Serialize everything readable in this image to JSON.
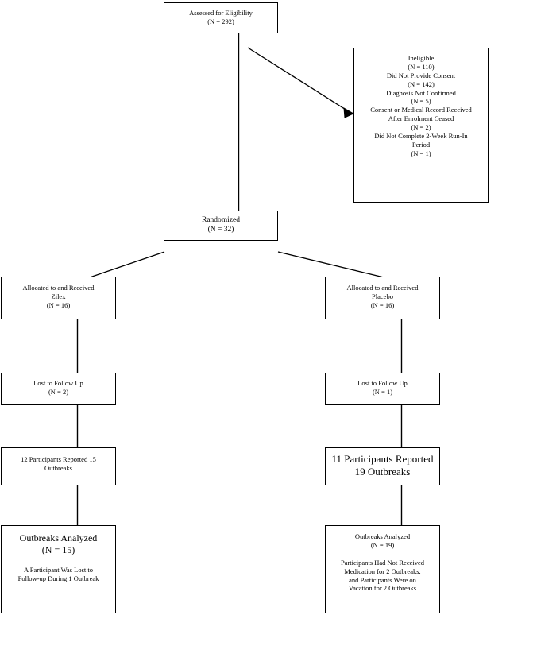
{
  "diagram": {
    "title": "CONSORT Participant Flow Diagram",
    "type": "flowchart",
    "stroke_color": "#000000",
    "background_color": "#ffffff"
  },
  "nodes": {
    "assessed": {
      "label": "Assessed for Eligibility",
      "count_label": "(N = 292)"
    },
    "ineligible": {
      "l1": "Ineligible",
      "l2": "(N = 110)",
      "l3": "Did Not Provide Consent",
      "l4": "(N = 142)",
      "l5": "Diagnosis Not Confirmed",
      "l6": "(N = 5)",
      "l7": "Consent or Medical Record Received",
      "l8": "After Enrolment Ceased",
      "l9": "(N = 2)",
      "l10": "Did Not Complete 2-Week Run-In",
      "l11": "Period",
      "l12": "(N = 1)"
    },
    "randomized": {
      "label": "Randomized",
      "count_label": "(N = 32)"
    },
    "alloc_left": {
      "l1": "Allocated to and Received",
      "l2": "Zilex",
      "l3": "(N = 16)"
    },
    "alloc_right": {
      "l1": "Allocated to and Received",
      "l2": "Placebo",
      "l3": "(N = 16)"
    },
    "lost_left": {
      "l1": "Lost to Follow Up",
      "l2": "(N = 2)"
    },
    "lost_right": {
      "l1": "Lost to Follow Up",
      "l2": "(N = 1)"
    },
    "reported_left": {
      "l1": "12 Participants Reported 15",
      "l2": "Outbreaks"
    },
    "reported_right": {
      "l1": "11 Participants Reported",
      "l2": "19 Outbreaks"
    },
    "analyzed_left": {
      "l1": "Outbreaks Analyzed",
      "l2": "(N = 15)",
      "l3": "A Participant Was Lost to",
      "l4": "Follow-up During 1 Outbreak"
    },
    "analyzed_right": {
      "l1": "Outbreaks Analyzed",
      "l2": "(N = 19)",
      "l3": "Participants Had Not Received",
      "l4": "Medication for 2 Outbreaks,",
      "l5": "and Participants Were on",
      "l6": "Vacation for 2 Outbreaks"
    }
  },
  "chart_data": {
    "type": "flowchart",
    "title": "CONSORT Participant Flow Diagram",
    "nodes": [
      {
        "id": "assessed",
        "text": "Assessed for Eligibility",
        "n": 292
      },
      {
        "id": "ineligible",
        "text": "Ineligible",
        "n": 110,
        "reasons": [
          {
            "text": "Did Not Provide Consent",
            "n": 142
          },
          {
            "text": "Diagnosis Not Confirmed",
            "n": 5
          },
          {
            "text": "Consent or Medical Record Received After Enrolment Ceased",
            "n": 2
          },
          {
            "text": "Did Not Complete 2-Week Run-In Period",
            "n": 1
          }
        ]
      },
      {
        "id": "randomized",
        "text": "Randomized",
        "n": 32
      },
      {
        "id": "alloc_left",
        "text": "Allocated to and Received Zilex",
        "n": 16
      },
      {
        "id": "alloc_right",
        "text": "Allocated to and Received Placebo",
        "n": 16
      },
      {
        "id": "lost_left",
        "text": "Lost to Follow Up",
        "n": 2
      },
      {
        "id": "lost_right",
        "text": "Lost to Follow Up",
        "n": 1
      },
      {
        "id": "reported_left",
        "text": "12 Participants Reported 15 Outbreaks",
        "participants": 12,
        "outbreaks": 15
      },
      {
        "id": "reported_right",
        "text": "11 Participants Reported 19 Outbreaks",
        "participants": 11,
        "outbreaks": 19
      },
      {
        "id": "analyzed_left",
        "text": "Outbreaks Analyzed",
        "n": 15,
        "note": "A Participant Was Lost to Follow-up During 1 Outbreak"
      },
      {
        "id": "analyzed_right",
        "text": "Outbreaks Analyzed",
        "n": 19,
        "note": "Participants Had Not Received Medication for 2 Outbreaks, and Participants Were on Vacation for 2 Outbreaks"
      }
    ],
    "edges": [
      {
        "from": "assessed",
        "to": "ineligible",
        "arrow": true
      },
      {
        "from": "assessed",
        "to": "randomized",
        "arrow": false
      },
      {
        "from": "randomized",
        "to": "alloc_left",
        "arrow": false
      },
      {
        "from": "randomized",
        "to": "alloc_right",
        "arrow": false
      },
      {
        "from": "alloc_left",
        "to": "lost_left",
        "arrow": false
      },
      {
        "from": "alloc_right",
        "to": "lost_right",
        "arrow": false
      },
      {
        "from": "lost_left",
        "to": "reported_left",
        "arrow": false
      },
      {
        "from": "lost_right",
        "to": "reported_right",
        "arrow": false
      },
      {
        "from": "reported_left",
        "to": "analyzed_left",
        "arrow": false
      },
      {
        "from": "reported_right",
        "to": "analyzed_right",
        "arrow": false
      }
    ]
  }
}
